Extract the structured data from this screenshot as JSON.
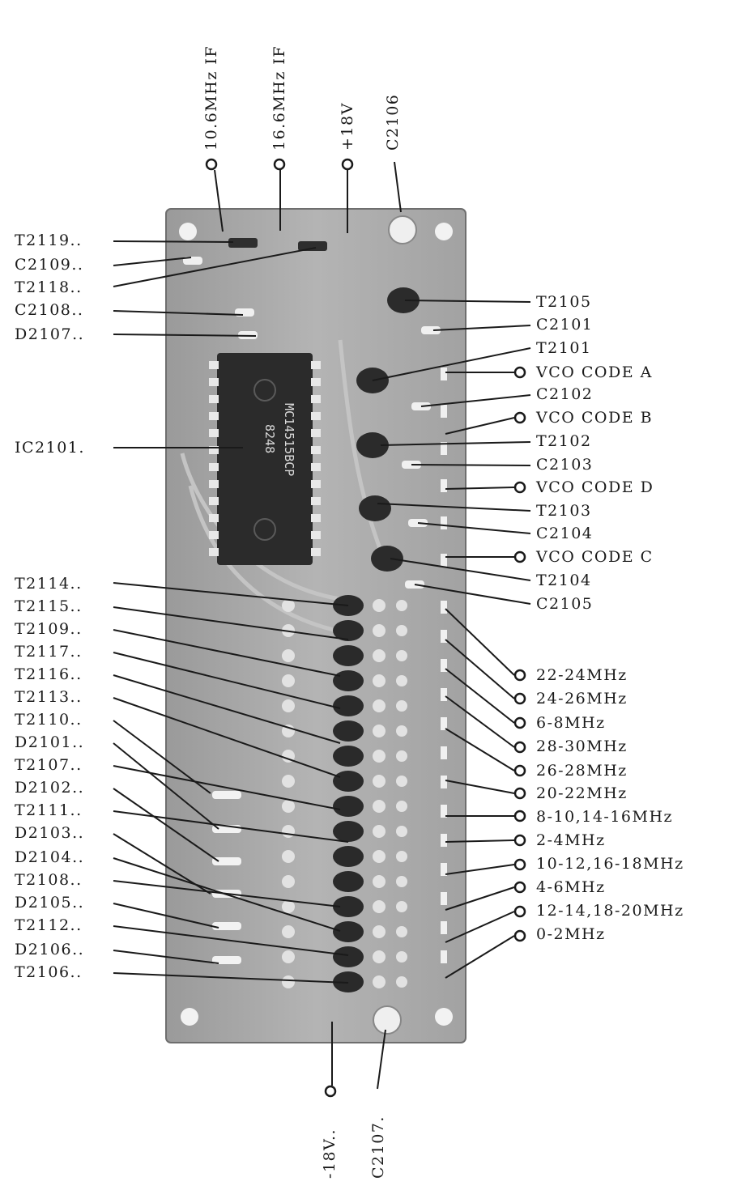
{
  "top_labels": [
    "10.6MHz IF",
    "16.6MHz IF",
    "+18V",
    "C2106"
  ],
  "bottom_labels": [
    "-18V..",
    "C2107."
  ],
  "left_upper_labels": [
    "T2119..",
    "C2109..",
    "T2118..",
    "C2108..",
    "D2107..",
    "IC2101."
  ],
  "left_lower_labels": [
    "T2114..",
    "T2115..",
    "T2109..",
    "T2117..",
    "T2116..",
    "T2113..",
    "T2110..",
    "D2101..",
    "T2107..",
    "D2102..",
    "T2111..",
    "D2103..",
    "D2104..",
    "T2108..",
    "D2105..",
    "T2112..",
    "D2106..",
    "T2106.."
  ],
  "right_upper_labels": [
    "T2105",
    "C2101",
    "T2101",
    "VCO CODE A",
    "C2102",
    "VCO CODE B",
    "T2102",
    "C2103",
    "VCO CODE D",
    "T2103",
    "C2104",
    "VCO CODE C",
    "T2104",
    "C2105"
  ],
  "right_lower_labels": [
    "22-24MHz",
    "24-26MHz",
    "6-8MHz",
    "28-30MHz",
    "26-28MHz",
    "20-22MHz",
    "8-10,14-16MHz",
    "2-4MHz",
    "10-12,16-18MHz",
    "4-6MHz",
    "12-14,18-20MHz",
    "0-2MHz"
  ],
  "ic_marking": [
    "MC14515BCP",
    "8248"
  ]
}
